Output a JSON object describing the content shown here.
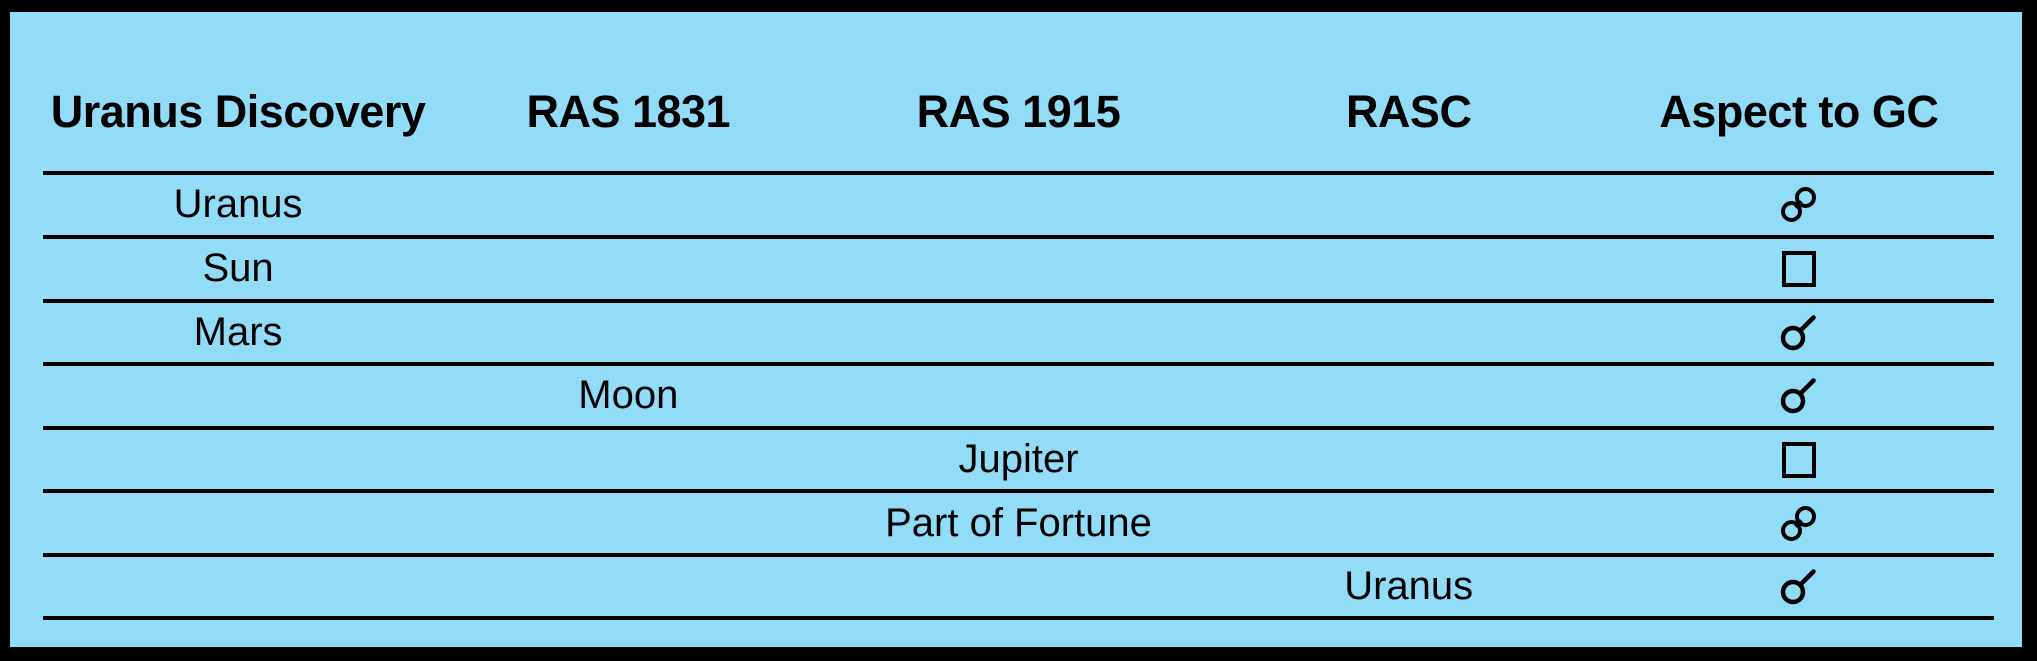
{
  "colors": {
    "frame": "#000000",
    "panel_background": "#92dcf7",
    "divider": "#000000",
    "text": "#000000"
  },
  "table": {
    "headers": [
      "Uranus Discovery",
      "RAS 1831",
      "RAS 1915",
      "RASC",
      "Aspect to GC"
    ],
    "rows": [
      {
        "cells": [
          "Uranus",
          "",
          "",
          ""
        ],
        "aspect": "opposition",
        "aspect_glyph": "☍"
      },
      {
        "cells": [
          "Sun",
          "",
          "",
          ""
        ],
        "aspect": "square",
        "aspect_glyph": "□"
      },
      {
        "cells": [
          "Mars",
          "",
          "",
          ""
        ],
        "aspect": "conjunction",
        "aspect_glyph": "☌"
      },
      {
        "cells": [
          "",
          "Moon",
          "",
          ""
        ],
        "aspect": "conjunction",
        "aspect_glyph": "☌"
      },
      {
        "cells": [
          "",
          "",
          "Jupiter",
          ""
        ],
        "aspect": "square",
        "aspect_glyph": "□"
      },
      {
        "cells": [
          "",
          "",
          "Part of Fortune",
          ""
        ],
        "aspect": "opposition",
        "aspect_glyph": "☍"
      },
      {
        "cells": [
          "",
          "",
          "",
          "Uranus"
        ],
        "aspect": "conjunction",
        "aspect_glyph": "☌"
      }
    ]
  }
}
